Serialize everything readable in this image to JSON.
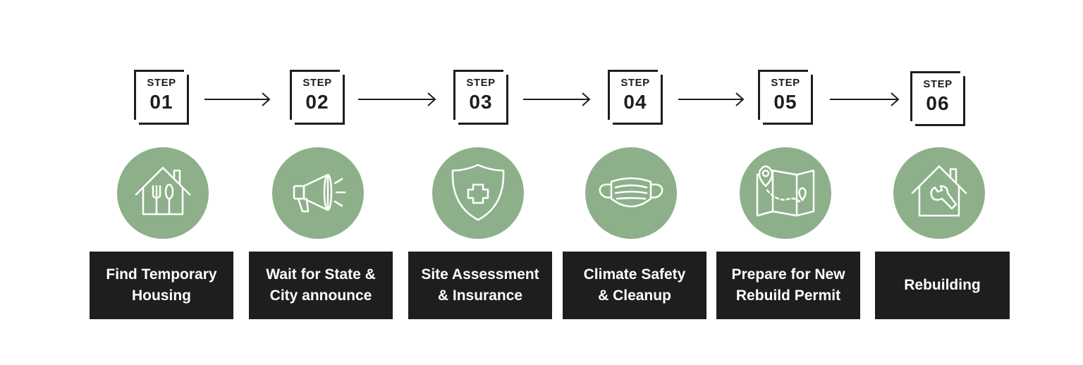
{
  "diagram": {
    "colors": {
      "circle": "#8db08b",
      "box": "#1e1e1e",
      "ink": "#1e1e1e",
      "icon": "#ffffff"
    },
    "steps": [
      {
        "step_word": "STEP",
        "number": "01",
        "label": "Find Temporary\nHousing",
        "icon": "house-utensils-icon"
      },
      {
        "step_word": "STEP",
        "number": "02",
        "label": "Wait for State &\nCity announce",
        "icon": "megaphone-icon"
      },
      {
        "step_word": "STEP",
        "number": "03",
        "label": "Site Assessment\n& Insurance",
        "icon": "shield-plus-icon"
      },
      {
        "step_word": "STEP",
        "number": "04",
        "label": "Climate Safety\n& Cleanup",
        "icon": "face-mask-icon"
      },
      {
        "step_word": "STEP",
        "number": "05",
        "label": "Prepare for New\nRebuild Permit",
        "icon": "map-pin-icon"
      },
      {
        "step_word": "STEP",
        "number": "06",
        "label": "Rebuilding",
        "icon": "house-wrench-icon"
      }
    ]
  }
}
